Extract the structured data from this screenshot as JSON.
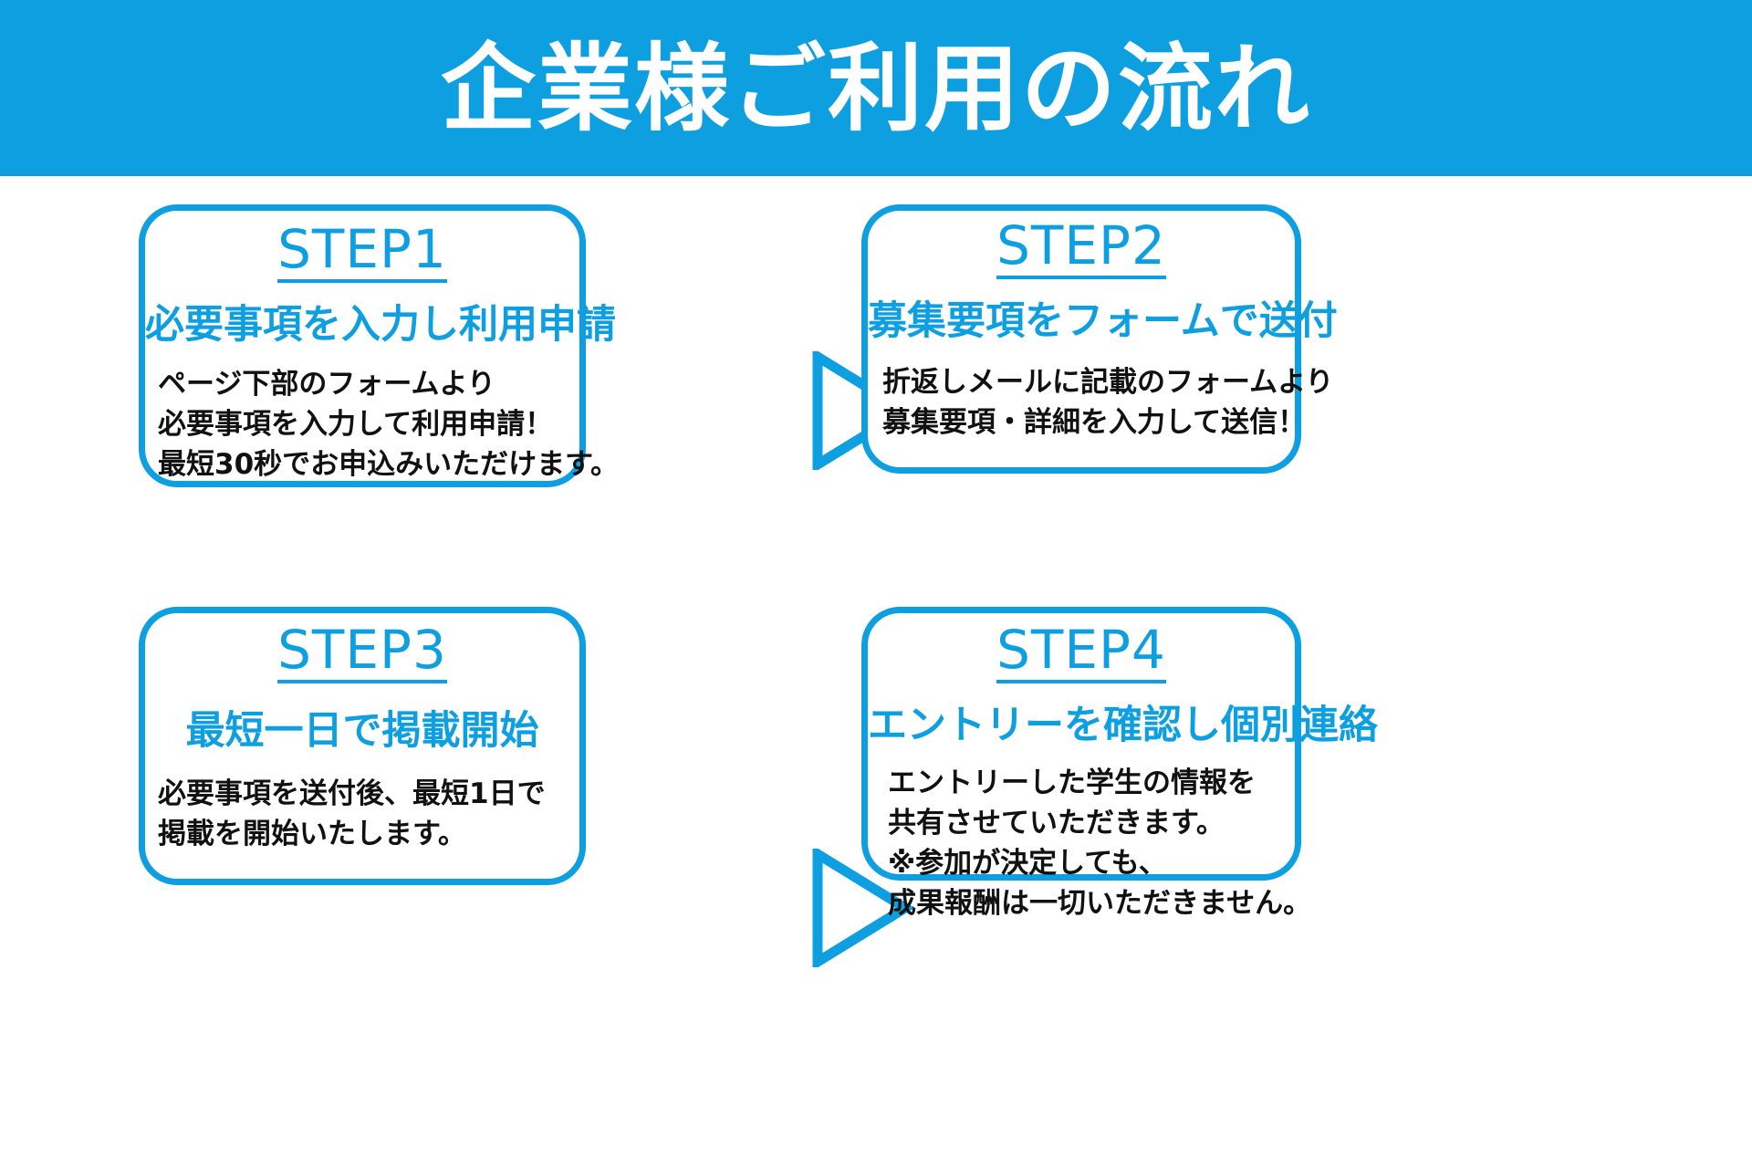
{
  "header": {
    "title": "企業様ご利用の流れ"
  },
  "colors": {
    "brand_blue": "#0E9FE0",
    "body_text": "#111111",
    "background": "#FFFFFF"
  },
  "steps": [
    {
      "label": "STEP1",
      "heading": "必要事項を入力し利用申請",
      "body": [
        "ページ下部のフォームより",
        "必要事項を入力して利用申請！",
        "最短30秒でお申込みいただけます。"
      ]
    },
    {
      "label": "STEP2",
      "heading": "募集要項をフォームで送付",
      "body": [
        "折返しメールに記載のフォームより",
        "募集要項・詳細を入力して送信！"
      ]
    },
    {
      "label": "STEP3",
      "heading": "最短一日で掲載開始",
      "body": [
        "必要事項を送付後、最短1日で",
        "掲載を開始いたします。"
      ]
    },
    {
      "label": "STEP4",
      "heading": "エントリーを確認し個別連絡",
      "body": [
        "エントリーした学生の情報を",
        "共有させていただきます。",
        "※参加が決定しても、",
        "成果報酬は一切いただきません。"
      ]
    }
  ],
  "arrows": [
    {
      "name": "arrow-step1-to-step2",
      "direction": "right"
    },
    {
      "name": "arrow-step3-to-step4",
      "direction": "right"
    }
  ]
}
